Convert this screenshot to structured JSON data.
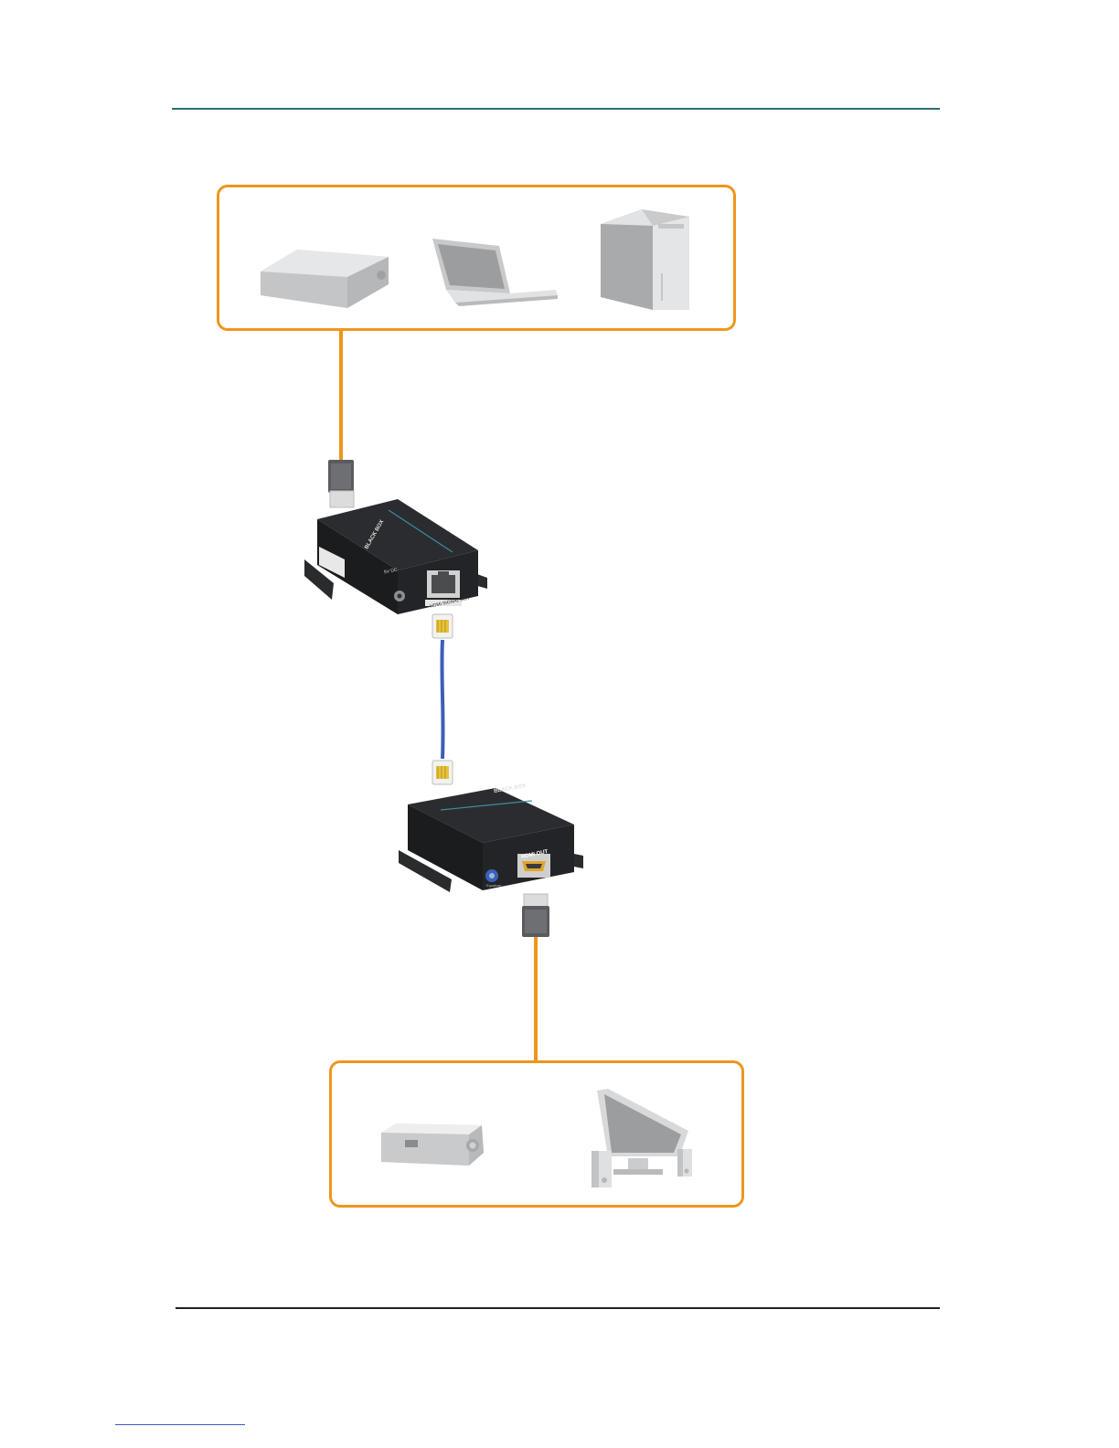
{
  "colors": {
    "hdmi_cable": "#f0951e",
    "cat_cable": "#3d5eb8",
    "header_rule": "#2c6e74",
    "footer_rule": "#222222",
    "unit_body": "#1e1f21",
    "device_gray": "#c9cacc"
  },
  "source_devices": [
    {
      "icon": "media-player-icon"
    },
    {
      "icon": "laptop-icon"
    },
    {
      "icon": "desktop-tower-icon"
    }
  ],
  "display_devices": [
    {
      "icon": "projector-icon"
    },
    {
      "icon": "monitor-with-speakers-icon"
    }
  ],
  "transmitter": {
    "brand": "BLACK BOX",
    "port_label": "HDMI SIGNAL OUT",
    "power_label": "5V DC"
  },
  "receiver": {
    "brand": "BLACK BOX",
    "port_label": "HDMI OUT",
    "knob_label": "Equalizer"
  }
}
